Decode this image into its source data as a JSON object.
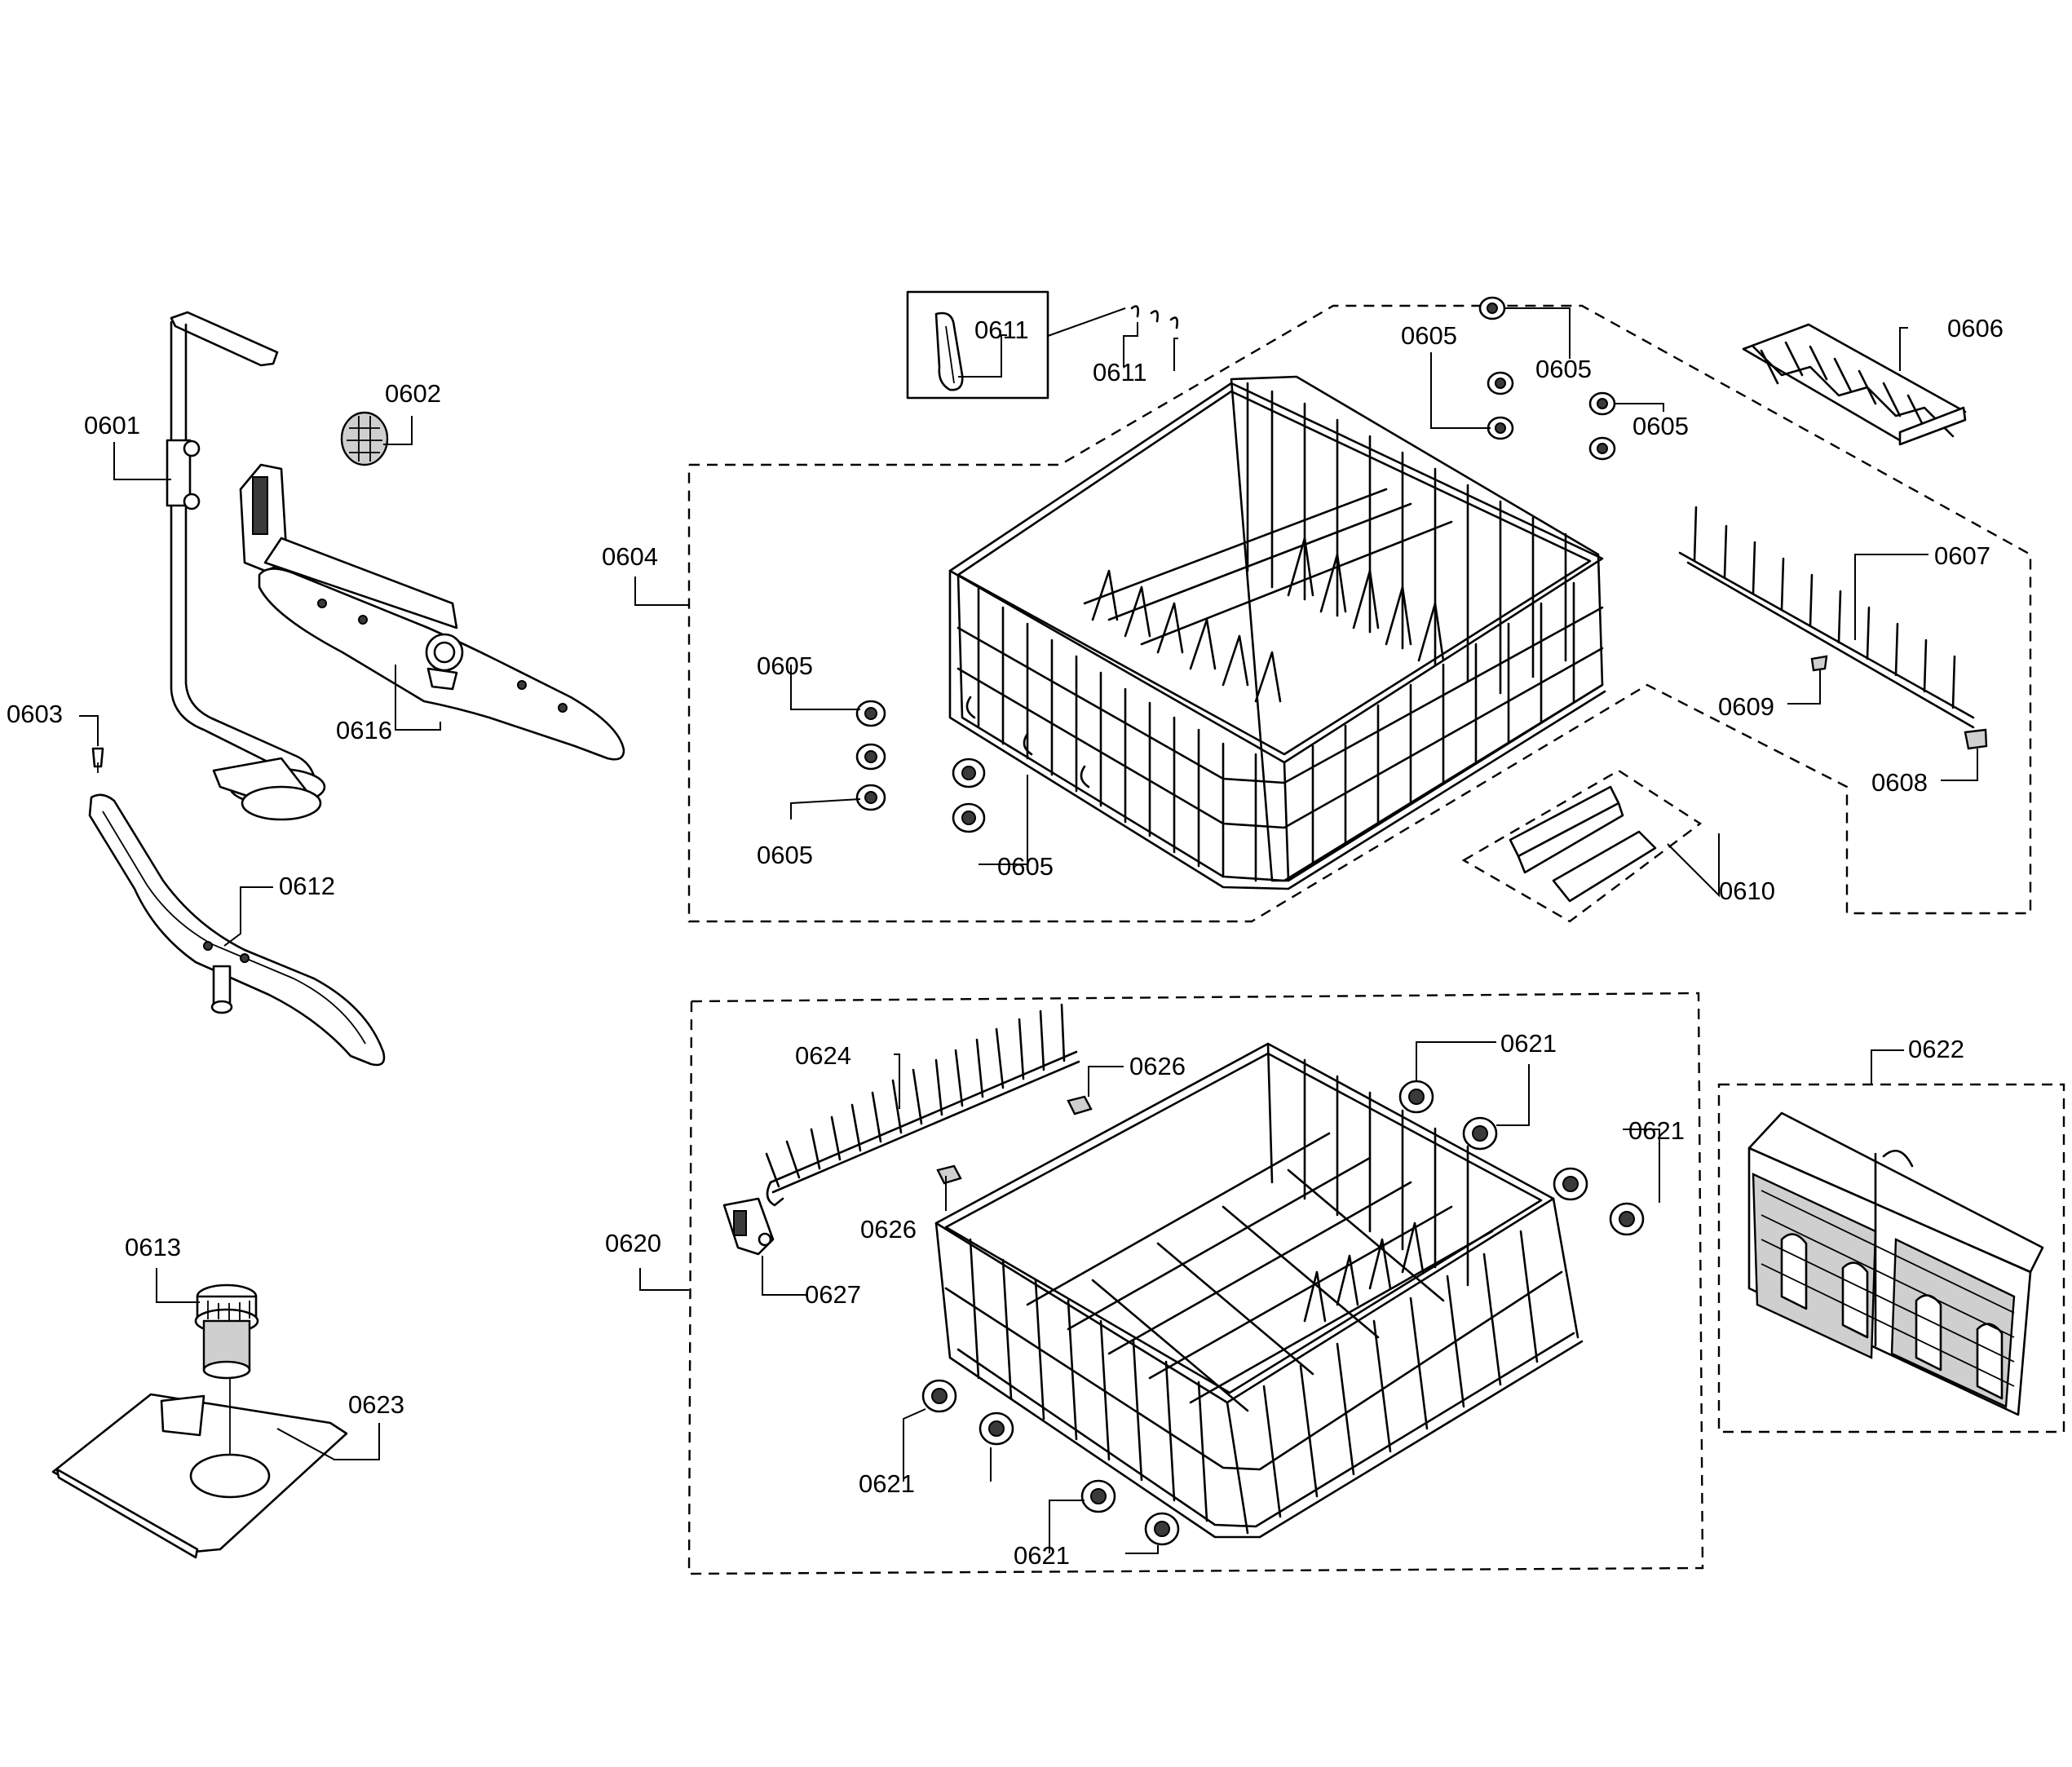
{
  "labels": {
    "p0601": "0601",
    "p0602": "0602",
    "p0603": "0603",
    "p0604": "0604",
    "p0605": "0605",
    "p0606": "0606",
    "p0607": "0607",
    "p0608": "0608",
    "p0609": "0609",
    "p0610": "0610",
    "p0611": "0611",
    "p0612": "0612",
    "p0613": "0613",
    "p0616": "0616",
    "p0620": "0620",
    "p0621": "0621",
    "p0622": "0622",
    "p0623": "0623",
    "p0624": "0624",
    "p0626": "0626",
    "p0627": "0627"
  },
  "icons": {
    "upper_rack": "upper-rack-icon",
    "lower_rack": "lower-rack-icon",
    "spray_arm": "spray-arm-icon",
    "wheel": "rack-wheel-icon",
    "cutlery_basket": "cutlery-basket-icon",
    "filter": "filter-icon"
  }
}
